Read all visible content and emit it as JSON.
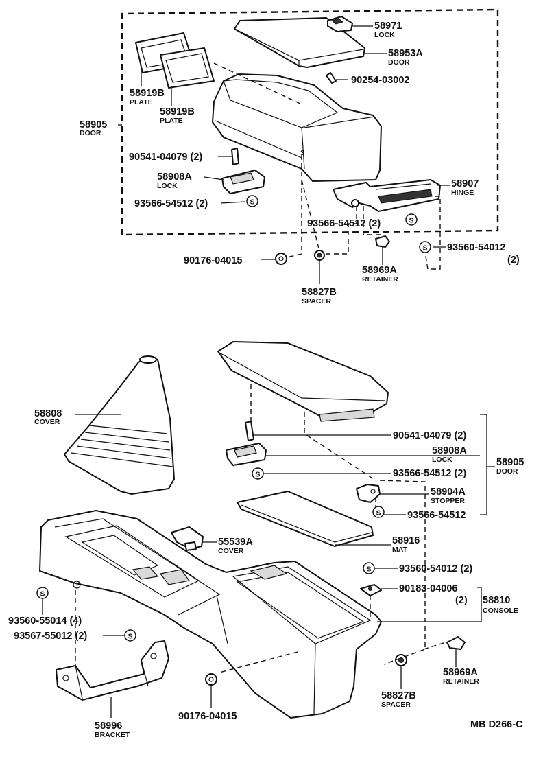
{
  "diagram_code": "MB D266-C",
  "groups": {
    "upper": {
      "p58971": {
        "number": "58971",
        "name": "LOCK"
      },
      "p58953A": {
        "number": "58953A",
        "name": "DOOR"
      },
      "p90254": {
        "number": "90254-03002"
      },
      "p58919B_1": {
        "number": "58919B",
        "name": "PLATE"
      },
      "p58919B_2": {
        "number": "58919B",
        "name": "PLATE"
      },
      "p58905": {
        "number": "58905",
        "name": "DOOR"
      },
      "p90541": {
        "number": "90541-04079 (2)"
      },
      "p58908A": {
        "number": "58908A",
        "name": "LOCK"
      },
      "p93566_a": {
        "number": "93566-54512 (2)"
      },
      "p58907": {
        "number": "58907",
        "name": "HINGE"
      },
      "p93566_b": {
        "number": "93566-54512 (2)"
      },
      "p93560_a": {
        "number": "93560-54012",
        "qty": "(2)"
      },
      "p90176": {
        "number": "90176-04015"
      },
      "p58969A": {
        "number": "58969A",
        "name": "RETAINER"
      },
      "p58827B": {
        "number": "58827B",
        "name": "SPACER"
      }
    },
    "lower": {
      "p58808": {
        "number": "58808",
        "name": "COVER"
      },
      "p90541": {
        "number": "90541-04079 (2)"
      },
      "p58908A": {
        "number": "58908A",
        "name": "LOCK"
      },
      "p58905": {
        "number": "58905",
        "name": "DOOR"
      },
      "p93566_a": {
        "number": "93566-54512 (2)"
      },
      "p58904A": {
        "number": "58904A",
        "name": "STOPPER"
      },
      "p93566_b": {
        "number": "93566-54512"
      },
      "p55539A": {
        "number": "55539A",
        "name": "COVER"
      },
      "p58916": {
        "number": "58916",
        "name": "MAT"
      },
      "p93560_b": {
        "number": "93560-54012 (2)"
      },
      "p90183": {
        "number": "90183-04006",
        "qty": "(2)"
      },
      "p58810": {
        "number": "58810",
        "name": "CONSOLE"
      },
      "p93560_55014": {
        "number": "93560-55014 (4)"
      },
      "p93567": {
        "number": "93567-55012 (2)"
      },
      "p58969A": {
        "number": "58969A",
        "name": "RETAINER"
      },
      "p58827B": {
        "number": "58827B",
        "name": "SPACER"
      },
      "p58996": {
        "number": "58996",
        "name": "BRACKET"
      },
      "p90176": {
        "number": "90176-04015"
      }
    }
  },
  "symbols": {
    "snap_ring": "S",
    "callout": "3"
  }
}
